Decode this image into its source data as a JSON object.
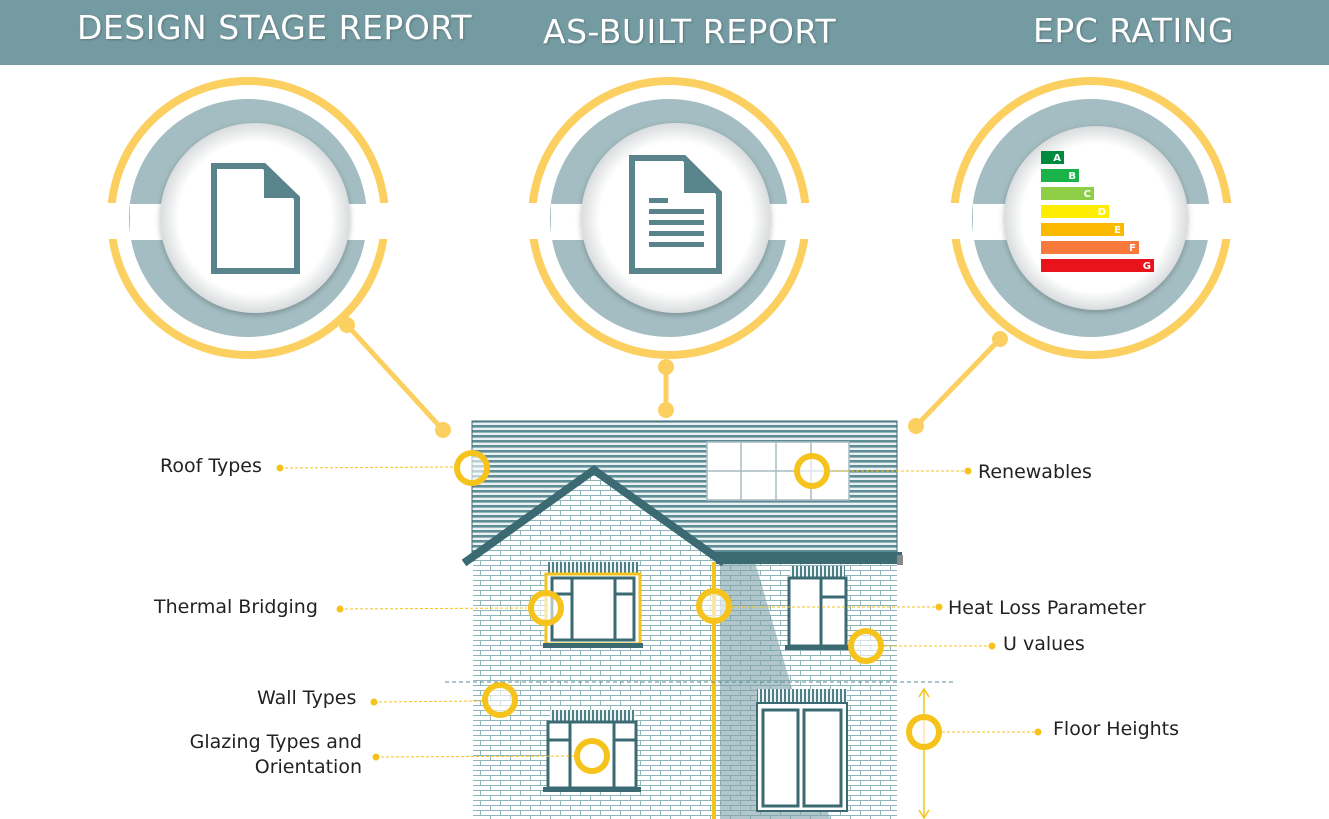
{
  "header": {
    "background": "#759ba2",
    "titles": [
      "DESIGN STAGE REPORT",
      "AS-BUILT REPORT",
      "EPC RATING"
    ]
  },
  "icons": {
    "design": "document-icon",
    "asbuilt": "document-text-icon",
    "epc": "epc-rating-icon"
  },
  "epc_bands": [
    {
      "letter": "A",
      "color": "#008a3e"
    },
    {
      "letter": "B",
      "color": "#19b34a"
    },
    {
      "letter": "C",
      "color": "#8dce46"
    },
    {
      "letter": "D",
      "color": "#ffed00"
    },
    {
      "letter": "E",
      "color": "#fbba00"
    },
    {
      "letter": "F",
      "color": "#f7793b"
    },
    {
      "letter": "G",
      "color": "#e9141b"
    }
  ],
  "labels": {
    "roof_types": "Roof Types",
    "renewables": "Renewables",
    "thermal_bridging": "Thermal Bridging",
    "heat_loss": "Heat Loss Parameter",
    "u_values": "U values",
    "wall_types": "Wall Types",
    "glazing_1": "Glazing Types and",
    "glazing_2": "Orientation",
    "floor_heights": "Floor Heights"
  },
  "colors": {
    "accent": "#fcd060",
    "marker": "#f6c31c",
    "ring": "#a3bdc2",
    "house": "#3b6a73"
  }
}
